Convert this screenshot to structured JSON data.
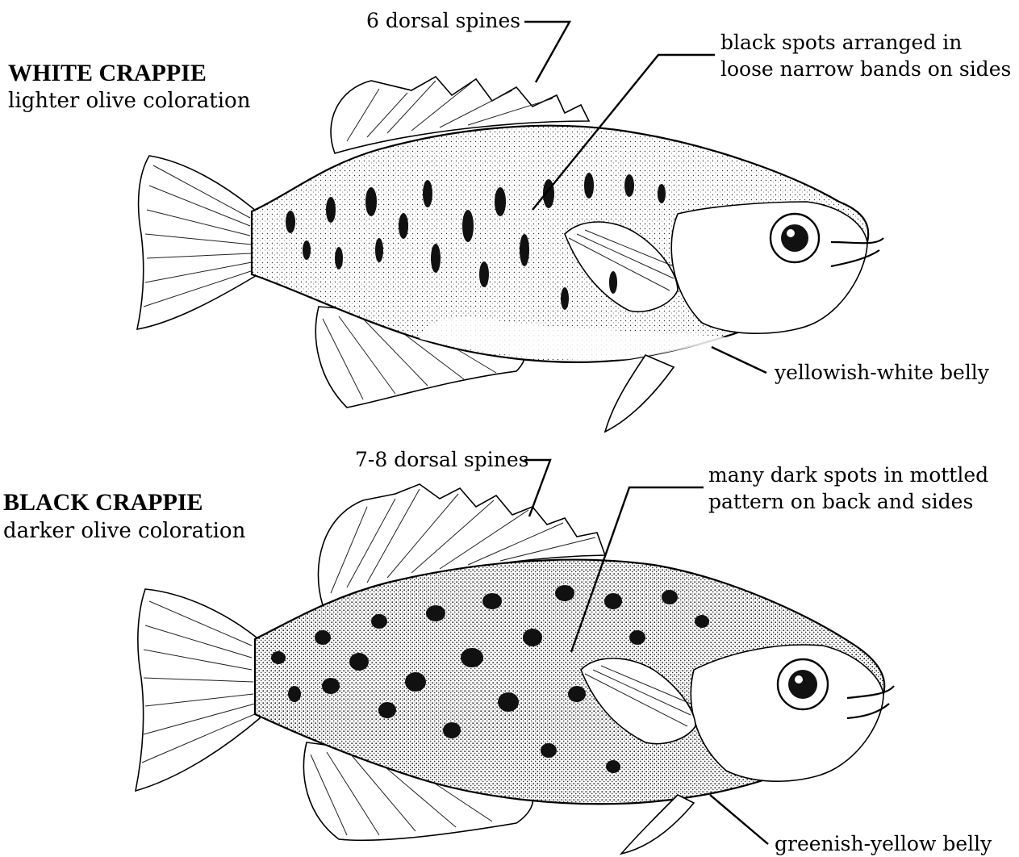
{
  "species": [
    {
      "name": "WHITE CRAPPIE",
      "coloration": "lighter olive coloration",
      "callouts": {
        "spines": "6 dorsal spines",
        "spots_line1": "black spots arranged in",
        "spots_line2": "loose narrow bands on sides",
        "belly": "yellowish-white belly"
      }
    },
    {
      "name": "BLACK CRAPPIE",
      "coloration": "darker olive coloration",
      "callouts": {
        "spines": "7-8 dorsal spines",
        "spots_line1": "many dark spots in mottled",
        "spots_line2": "pattern on back and sides",
        "belly": "greenish-yellow belly"
      }
    }
  ]
}
